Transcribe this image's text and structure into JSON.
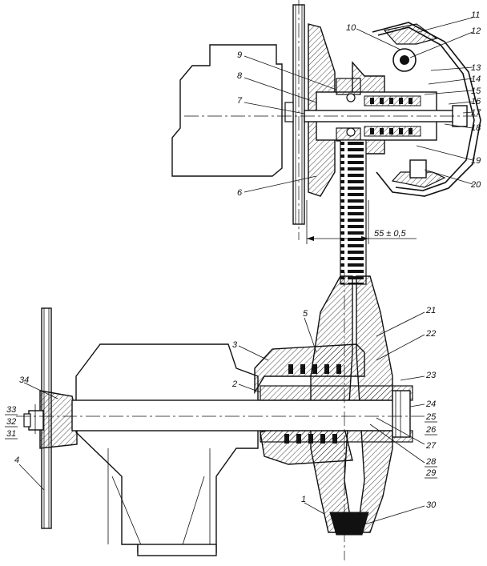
{
  "callouts": [
    {
      "id": "c1",
      "text": "1"
    },
    {
      "id": "c2",
      "text": "2"
    },
    {
      "id": "c3",
      "text": "3"
    },
    {
      "id": "c4",
      "text": "4"
    },
    {
      "id": "c5",
      "text": "5"
    },
    {
      "id": "c6",
      "text": "6"
    },
    {
      "id": "c7",
      "text": "7"
    },
    {
      "id": "c8",
      "text": "8"
    },
    {
      "id": "c9",
      "text": "9"
    },
    {
      "id": "c10",
      "text": "10"
    },
    {
      "id": "c11",
      "text": "11"
    },
    {
      "id": "c12",
      "text": "12"
    },
    {
      "id": "c13",
      "text": "13"
    },
    {
      "id": "c14",
      "text": "14"
    },
    {
      "id": "c15",
      "text": "15"
    },
    {
      "id": "c16",
      "text": "16"
    },
    {
      "id": "c17",
      "text": "17"
    },
    {
      "id": "c18",
      "text": "18"
    },
    {
      "id": "c19",
      "text": "19"
    },
    {
      "id": "c20",
      "text": "20"
    },
    {
      "id": "c21",
      "text": "21"
    },
    {
      "id": "c22",
      "text": "22"
    },
    {
      "id": "c23",
      "text": "23"
    },
    {
      "id": "c24",
      "text": "24"
    },
    {
      "id": "c25",
      "text": "25"
    },
    {
      "id": "c26",
      "text": "26"
    },
    {
      "id": "c27",
      "text": "27"
    },
    {
      "id": "c28",
      "text": "28"
    },
    {
      "id": "c29",
      "text": "29"
    },
    {
      "id": "c30",
      "text": "30"
    },
    {
      "id": "c31",
      "text": "31"
    },
    {
      "id": "c32",
      "text": "32"
    },
    {
      "id": "c33",
      "text": "33"
    },
    {
      "id": "c34",
      "text": "34"
    }
  ],
  "dimension": {
    "text": "55 ± 0,5"
  }
}
